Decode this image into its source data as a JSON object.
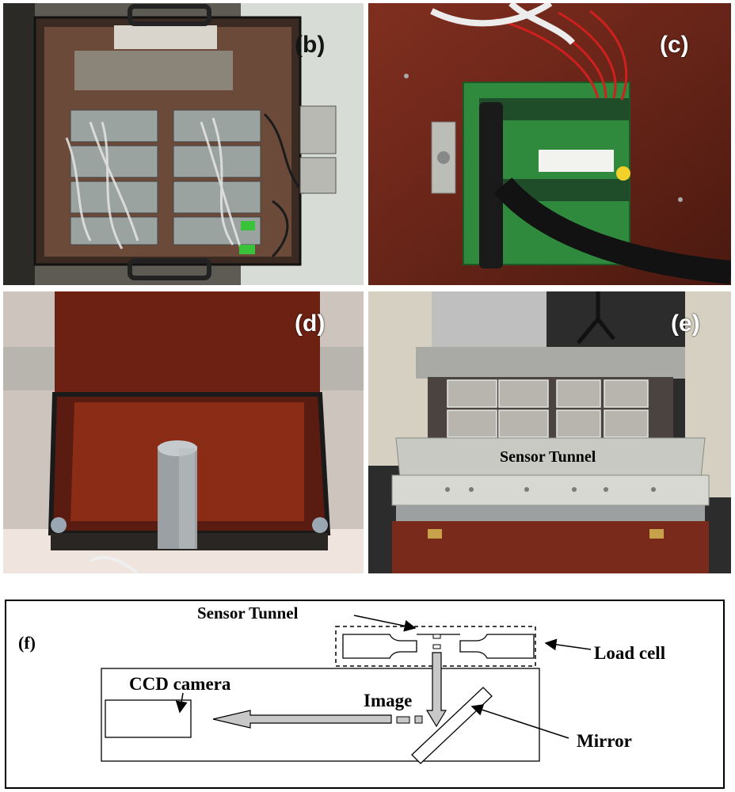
{
  "panels": {
    "b": {
      "label": "(b)"
    },
    "c": {
      "label": "(c)"
    },
    "d": {
      "label": "(d)"
    },
    "e": {
      "label": "(e)",
      "caption": "Sensor Tunnel"
    },
    "f": {
      "label": "(f)",
      "sensor_tunnel": "Sensor Tunnel",
      "load_cell": "Load cell",
      "ccd_camera": "CCD camera",
      "image": "Image",
      "mirror": "Mirror"
    }
  },
  "colors": {
    "wood": "#7a2a1a",
    "pcb_green": "#2f8a3e",
    "aluminum": "#c9c9c3",
    "arrow_fill": "#c8c8c8"
  }
}
